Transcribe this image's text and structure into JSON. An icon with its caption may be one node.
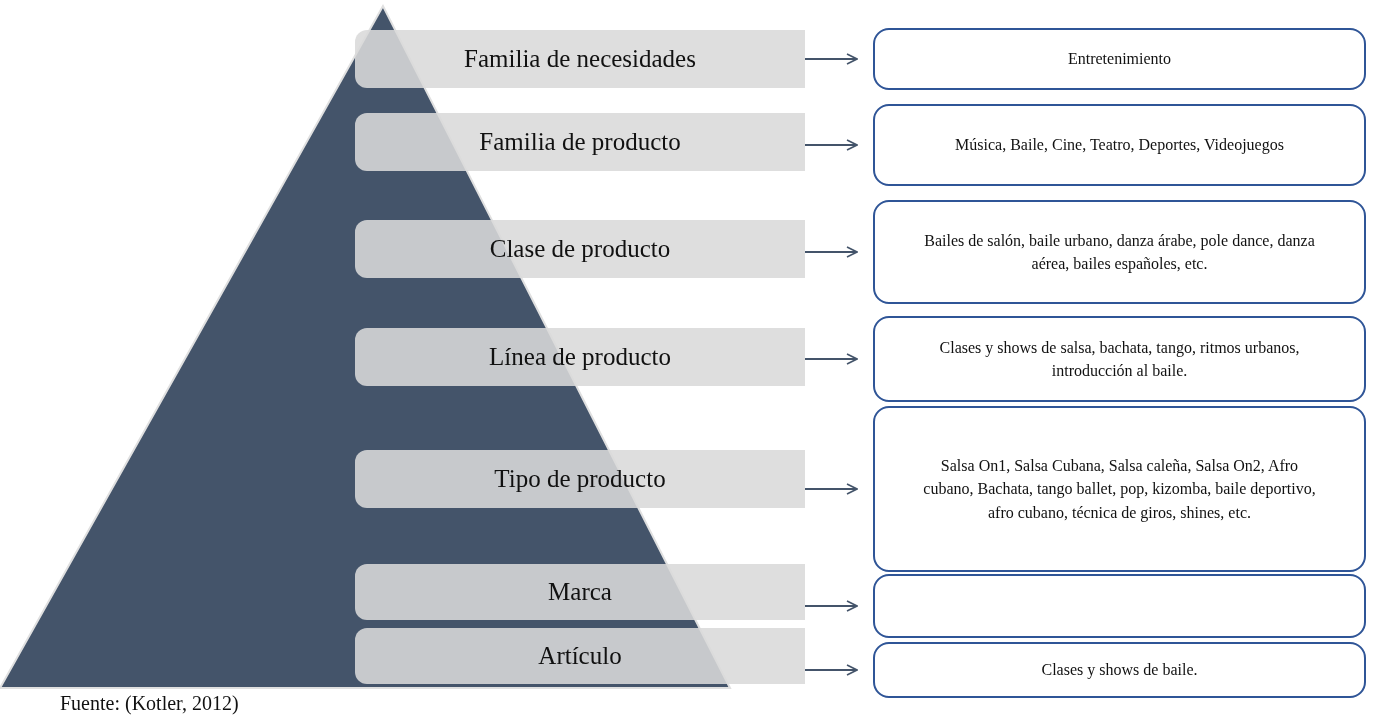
{
  "diagram": {
    "nodes": [
      {
        "text": [
          "Familia de necesidades"
        ]
      },
      {
        "text": [
          "Entretenimiento"
        ]
      },
      {
        "text": [
          "Familia de producto"
        ]
      },
      {
        "text": [
          "Música, Baile, Cine, Teatro, Deportes, Videojuegos"
        ]
      },
      {
        "text": [
          "Clase de producto"
        ]
      },
      {
        "text": [
          "Bailes de salón, baile urbano, danza árabe, pole dance, danza aérea, bailes españoles, etc."
        ]
      },
      {
        "text": [
          "Línea de producto"
        ]
      },
      {
        "text": [
          "Clases y shows de salsa, bachata, tango, ritmos urbanos, introducción al baile."
        ]
      },
      {
        "text": [
          "Tipo de producto"
        ]
      },
      {
        "text": [
          "Salsa On1, Salsa Cubana, Salsa caleña, Salsa On2, Afro cubano, Bachata, tango ballet, pop, kizomba, baile deportivo, afro cubano, técnica de giros, shines, etc."
        ]
      },
      {
        "text": [
          "Marca"
        ]
      },
      {
        "text": [],
        "shape": "box"
      },
      {
        "text": [
          "Artículo"
        ]
      },
      {
        "text": [
          "Clases y shows de baile."
        ]
      }
    ],
    "edges": [
      {
        "from": 0,
        "to": 1,
        "arrow": "to"
      },
      {
        "from": 2,
        "to": 3,
        "arrow": "to"
      },
      {
        "from": 4,
        "to": 5,
        "arrow": "to"
      },
      {
        "from": 6,
        "to": 7,
        "arrow": "to"
      },
      {
        "from": 8,
        "to": 9,
        "arrow": "to"
      },
      {
        "from": 10,
        "to": 11,
        "arrow": "to"
      },
      {
        "from": 12,
        "to": 13,
        "arrow": "to"
      }
    ],
    "labels": [
      "Fuente: (Kotler, 2012)"
    ]
  }
}
